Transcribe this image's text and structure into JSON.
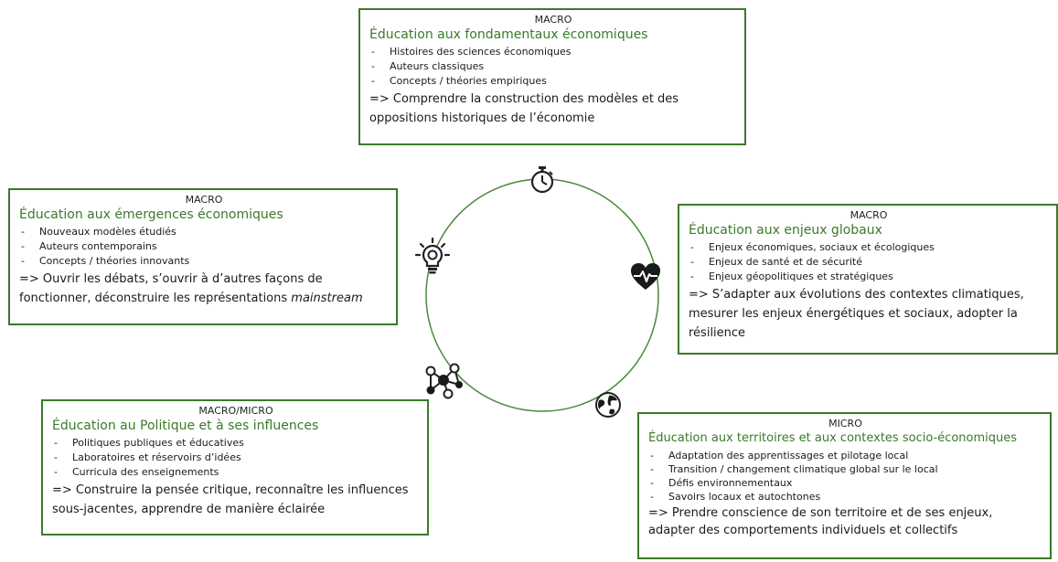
{
  "boxes": {
    "top": {
      "tag": "MACRO",
      "title": "Éducation aux fondamentaux économiques",
      "items": [
        "Histoires des sciences économiques",
        "Auteurs classiques",
        "Concepts / théories empiriques"
      ],
      "conclusion": "=> Comprendre la construction des modèles et des oppositions historiques de l’économie"
    },
    "left": {
      "tag": "MACRO",
      "title": "Éducation aux émergences économiques",
      "items": [
        "Nouveaux modèles étudiés",
        "Auteurs contemporains",
        "Concepts / théories innovants"
      ],
      "conclusion": "=> Ouvrir les débats, s’ouvrir à d’autres façons de fonctionner, déconstruire les représentations",
      "conclusion_em": "mainstream"
    },
    "right": {
      "tag": "MACRO",
      "title": "Éducation aux enjeux globaux",
      "items": [
        "Enjeux économiques, sociaux et écologiques",
        "Enjeux de santé et de sécurité",
        "Enjeux géopolitiques et stratégiques"
      ],
      "conclusion": "=> S’adapter aux évolutions des contextes climatiques, mesurer  les enjeux énergétiques et sociaux, adopter la résilience"
    },
    "bottom_left": {
      "tag": "MACRO/MICRO",
      "title": "Éducation au Politique et à ses influences",
      "items": [
        "Politiques publiques et éducatives",
        "Laboratoires et réservoirs d’idées",
        "Curricula des enseignements"
      ],
      "conclusion": "=> Construire la pensée critique, reconnaître les influences sous-jacentes, apprendre de manière éclairée"
    },
    "bottom_right": {
      "tag": "MICRO",
      "title": "Éducation aux territoires et aux contextes socio-économiques",
      "items": [
        "Adaptation des apprentissages et pilotage local",
        "Transition / changement climatique global sur le local",
        "Défis environnementaux",
        "Savoirs locaux et autochtones"
      ],
      "conclusion": "=> Prendre conscience de son territoire et de ses enjeux, adapter des comportements individuels et collectifs"
    }
  },
  "icons": [
    "stopwatch-icon",
    "lightbulb-icon",
    "heartbeat-icon",
    "network-icon",
    "globe-icon"
  ],
  "colors": {
    "accent": "#3b7a2a",
    "ring": "#4a8a3a"
  }
}
